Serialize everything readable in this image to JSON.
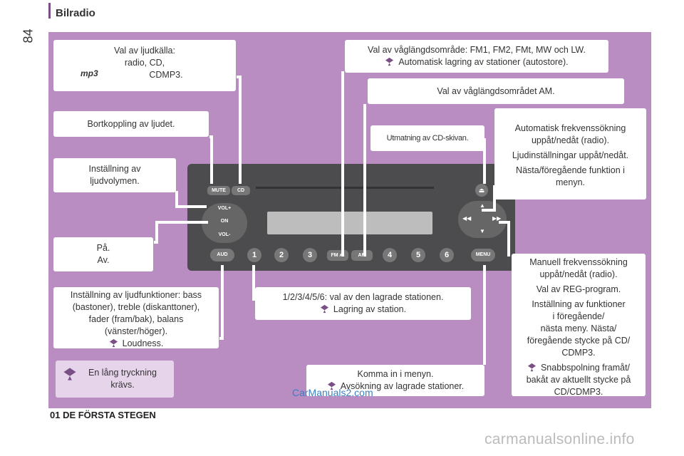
{
  "page_number": "84",
  "header": "Bilradio",
  "footer": "01 DE FÖRSTA STEGEN",
  "watermarks": [
    "CarManuals2.com",
    "carmanualsonline.info"
  ],
  "colors": {
    "panel": "#b98cc2",
    "accent": "#7a4f86"
  },
  "callouts": {
    "source": {
      "line1": "Val av ljudkälla:",
      "line2": "radio, CD,",
      "line3": "CDMP3.",
      "logo": "mp3"
    },
    "mute": "Bortkoppling av ljudet.",
    "volume": {
      "line1": "Inställning av",
      "line2": "ljudvolymen."
    },
    "onoff": {
      "line1": "På.",
      "line2": "Av."
    },
    "audio": {
      "line1": "Inställning av ljudfunktioner: bass",
      "line2": "(bastoner), treble (diskanttoner),",
      "line3": "fader (fram/bak), balans",
      "line4": "(vänster/höger).",
      "hint": "Loudness."
    },
    "long_press": {
      "line1": "En lång tryckning",
      "line2": "krävs."
    },
    "bands": {
      "line1": "Val av våglängdsområde: FM1, FM2, FMt, MW och LW.",
      "hint": "Automatisk lagring av stationer (autostore)."
    },
    "am": "Val av våglängdsområdet AM.",
    "eject": "Utmatning av CD-skivan.",
    "auto_seek": {
      "line1": "Automatisk frekvenssökning",
      "line2": "uppåt/nedåt (radio).",
      "line3": "Ljudinställningar uppåt/nedåt.",
      "line4": "Nästa/föregående funktion i",
      "line5": "menyn."
    },
    "presets": {
      "line1": "1/2/3/4/5/6: val av den lagrade stationen.",
      "hint": "Lagring av station."
    },
    "menu": {
      "line1": "Komma in i menyn.",
      "hint": "Avsökning av lagrade stationer."
    },
    "manual_seek": {
      "line1": "Manuell frekvenssökning",
      "line2": "uppåt/nedåt (radio).",
      "line3": "Val av REG-program.",
      "line4": "Inställning av funktioner",
      "line5": "i föregående/",
      "line6": "nästa meny. Nästa/",
      "line7": "föregående stycke på CD/",
      "line8": "CDMP3.",
      "hint1": "Snabbspolning framåt/",
      "hint2": "bakåt av aktuellt stycke på",
      "hint3": "CD/CDMP3."
    }
  },
  "radio": {
    "buttons": {
      "mute": "MUTE",
      "cd": "CD",
      "vol_plus": "VOL+",
      "on": "ON",
      "vol_minus": "VOL-",
      "aud": "AUD",
      "fm": "FM",
      "fm_sub": "AS",
      "am": "AM",
      "menu": "MENU"
    },
    "presets": [
      "1",
      "2",
      "3",
      "4",
      "5",
      "6"
    ]
  }
}
